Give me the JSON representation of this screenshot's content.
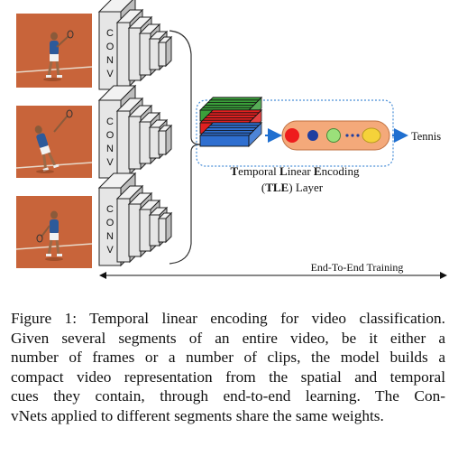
{
  "figure": {
    "frame_images": [
      {
        "content": "tennis player at serve stance"
      },
      {
        "content": "tennis player mid serve swing"
      },
      {
        "content": "tennis player after serve"
      }
    ],
    "conv_label_letters": [
      "C",
      "O",
      "N",
      "V"
    ],
    "output_label": "Tennis",
    "tle_title": "Temporal Linear Encoding",
    "tle_title_parts": {
      "t1": "T",
      "r1": "emporal ",
      "t2": "L",
      "r2": "inear ",
      "t3": "E",
      "r3": "ncoding"
    },
    "tle_subtitle_parts": {
      "open": "(",
      "bold": "TLE",
      "close": ") Layer"
    },
    "training_label": "End-To-End Training",
    "colors": {
      "green": "#3aa03a",
      "red": "#e02020",
      "blue": "#2f6fd0",
      "dashed_border": "#4a8fd8",
      "classifier_fill": "#f4a97a",
      "node_red": "#ee1c1c",
      "node_blue": "#1f3fa0",
      "node_green": "#9be07a",
      "node_yellow": "#f5d23a",
      "arrow": "#1f6fd0",
      "clay": "#c8643a"
    }
  },
  "caption": {
    "lines": [
      "Figure 1: Temporal linear encoding for video classification.",
      "Given several segments of an entire video, be it either a",
      "number of frames or a number of clips, the model builds a",
      "compact video representation from the spatial and temporal",
      "cues they contain, through end-to-end learning. The Con-",
      "vNets applied to different segments share the same weights."
    ]
  }
}
